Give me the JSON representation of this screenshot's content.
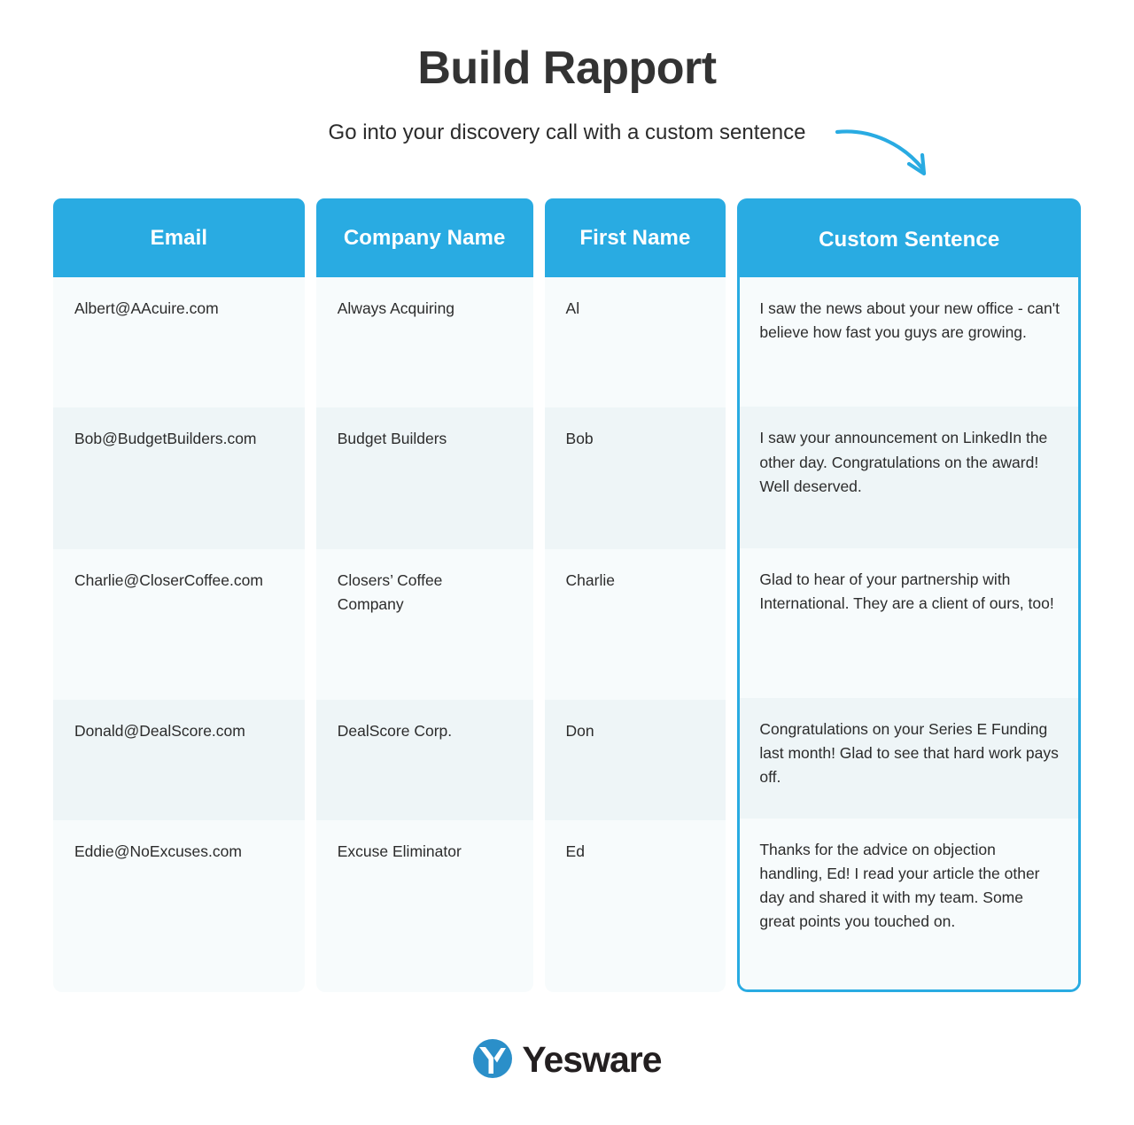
{
  "header": {
    "title": "Build Rapport",
    "subtitle": "Go into your discovery call with a custom sentence",
    "arrow_icon": "curved-arrow-down-icon",
    "accent_color": "#29ABE2",
    "title_color": "#333333"
  },
  "table": {
    "columns": [
      {
        "key": "email",
        "label": "Email"
      },
      {
        "key": "company",
        "label": "Company Name"
      },
      {
        "key": "first",
        "label": "First Name"
      },
      {
        "key": "custom",
        "label": "Custom Sentence",
        "highlighted": true
      }
    ],
    "rows": [
      {
        "email": "Albert@AAcuire.com",
        "company": "Always Acquiring",
        "first": "Al",
        "custom": "I saw the news about your new office - can't believe how fast you guys are growing."
      },
      {
        "email": "Bob@BudgetBuilders.com",
        "company": "Budget Builders",
        "first": "Bob",
        "custom": "I saw your announcement on LinkedIn the other day. Congratulations on the award! Well deserved."
      },
      {
        "email": "Charlie@CloserCoffee.com",
        "company": "Closers’ Coffee Company",
        "first": "Charlie",
        "custom": "Glad to hear of your partnership with International. They are a client of ours, too!"
      },
      {
        "email": "Donald@DealScore.com",
        "company": "DealScore Corp.",
        "first": "Don",
        "custom": "Congratulations on your Series E Funding last month! Glad to see that hard work pays off."
      },
      {
        "email": "Eddie@NoExcuses.com",
        "company": "Excuse Eliminator",
        "first": "Ed",
        "custom": "Thanks for the advice on objection handling, Ed! I read your article the other day and shared it with my team. Some great points you touched on."
      }
    ],
    "row_colors": {
      "odd": "#f7fbfc",
      "even": "#eef5f7"
    }
  },
  "footer": {
    "brand": "Yesware",
    "logo_icon": "yesware-logo-icon",
    "logo_color": "#2B8FC9"
  }
}
